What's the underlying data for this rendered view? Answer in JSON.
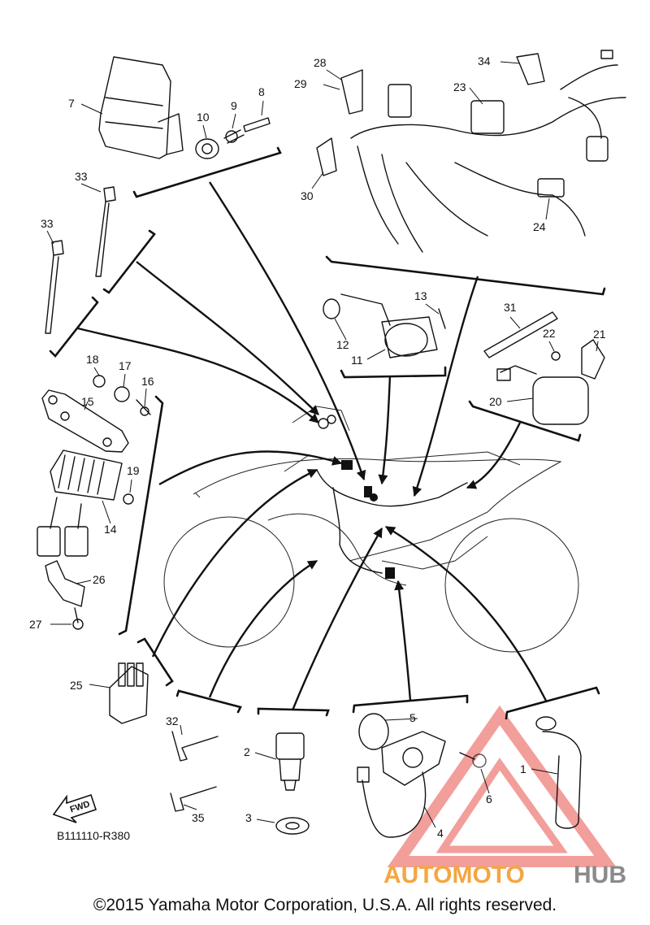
{
  "diagram": {
    "code": "B111110-R380",
    "fwd_label": "FWD",
    "copyright": "©2015 Yamaha Motor Corporation, U.S.A. All rights reserved.",
    "watermark": {
      "word_a": "AUTOMOTO",
      "word_b": "HUB",
      "color_a": "#f4a640",
      "color_b": "#8a8a8a",
      "mark_color": "#e8504b"
    },
    "callouts": {
      "p1": "1",
      "p2": "2",
      "p3": "3",
      "p4": "4",
      "p5": "5",
      "p6": "6",
      "p7": "7",
      "p8": "8",
      "p9": "9",
      "p10": "10",
      "p11": "11",
      "p12": "12",
      "p13": "13",
      "p14": "14",
      "p15": "15",
      "p16": "16",
      "p17": "17",
      "p18": "18",
      "p19": "19",
      "p20": "20",
      "p21": "21",
      "p22": "22",
      "p23": "23",
      "p24": "24",
      "p25": "25",
      "p26": "26",
      "p27": "27",
      "p28": "28",
      "p29": "29",
      "p30": "30",
      "p31": "31",
      "p32": "32",
      "p33a": "33",
      "p33b": "33",
      "p34": "34",
      "p35": "35"
    }
  }
}
